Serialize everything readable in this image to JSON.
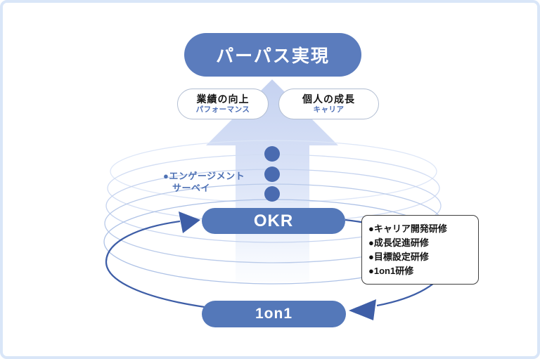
{
  "diagram": {
    "purpose_pill": {
      "label": "パーパス実現"
    },
    "outcomes": [
      {
        "title": "業績の向上",
        "subtitle": "パフォーマンス"
      },
      {
        "title": "個人の成長",
        "subtitle": "キャリア"
      }
    ],
    "engagement": {
      "lines": [
        "●エンゲージメント",
        "サーベイ"
      ]
    },
    "cycle": {
      "okr_label": "OKR",
      "one_on_one_label": "1on1"
    },
    "training_box": {
      "items": [
        "●キャリア開発研修",
        "●成長促進研修",
        "●目標設定研修",
        "●1on1研修"
      ]
    }
  },
  "colors": {
    "pill_blue": "#5b7cbd",
    "cycle_pill_blue": "#5478b9",
    "arc": "#3e5ea7",
    "dot": "#4a6bb0",
    "arrow_top": "#c5d2f0",
    "arrow_mid": "#d9e2f7",
    "arrow_bottom": "#eef3fc",
    "rings": [
      "#dde6f7",
      "#d2ddf3",
      "#c5d3ef",
      "#b9cae9",
      "#aec2e6"
    ],
    "canvas_border": "#d9e6f8",
    "accent_text_blue": "#4d6fb6"
  }
}
